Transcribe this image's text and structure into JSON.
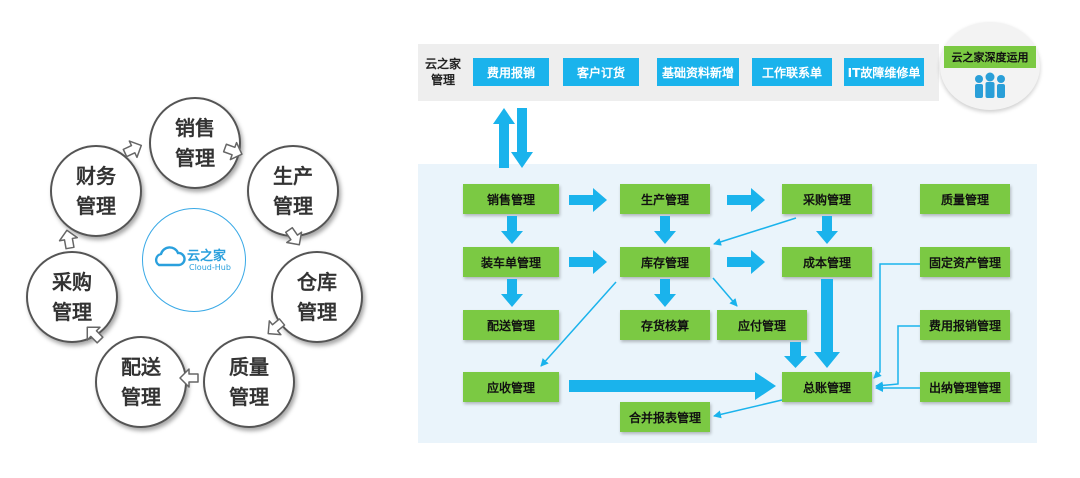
{
  "cycle": {
    "center_brand": "云之家",
    "center_sub": "Cloud-Hub",
    "nodes": [
      {
        "line1": "销售",
        "line2": "管理"
      },
      {
        "line1": "生产",
        "line2": "管理"
      },
      {
        "line1": "仓库",
        "line2": "管理"
      },
      {
        "line1": "质量",
        "line2": "管理"
      },
      {
        "line1": "配送",
        "line2": "管理"
      },
      {
        "line1": "采购",
        "line2": "管理"
      },
      {
        "line1": "财务",
        "line2": "管理"
      }
    ]
  },
  "top": {
    "title": "云之家管理",
    "buttons": [
      "费用报销",
      "客户订货",
      "基础资料新增",
      "工作联系单",
      "IT故障维修单"
    ],
    "promo": "云之家深度运用"
  },
  "flow": {
    "sales": "销售管理",
    "production": "生产管理",
    "purchase": "采购管理",
    "quality": "质量管理",
    "loading": "装车单管理",
    "inventory": "库存管理",
    "cost": "成本管理",
    "fixed_assets": "固定资产管理",
    "delivery": "配送管理",
    "stock_accounting": "存货核算",
    "payables": "应付管理",
    "expense": "费用报销管理",
    "receivables": "应收管理",
    "ledger": "总账管理",
    "cashier": "出纳管理管理",
    "consolidated": "合并报表管理"
  },
  "colors": {
    "green": "#7bc943",
    "blue": "#1ab3ec",
    "panel": "#eaf4fb"
  }
}
